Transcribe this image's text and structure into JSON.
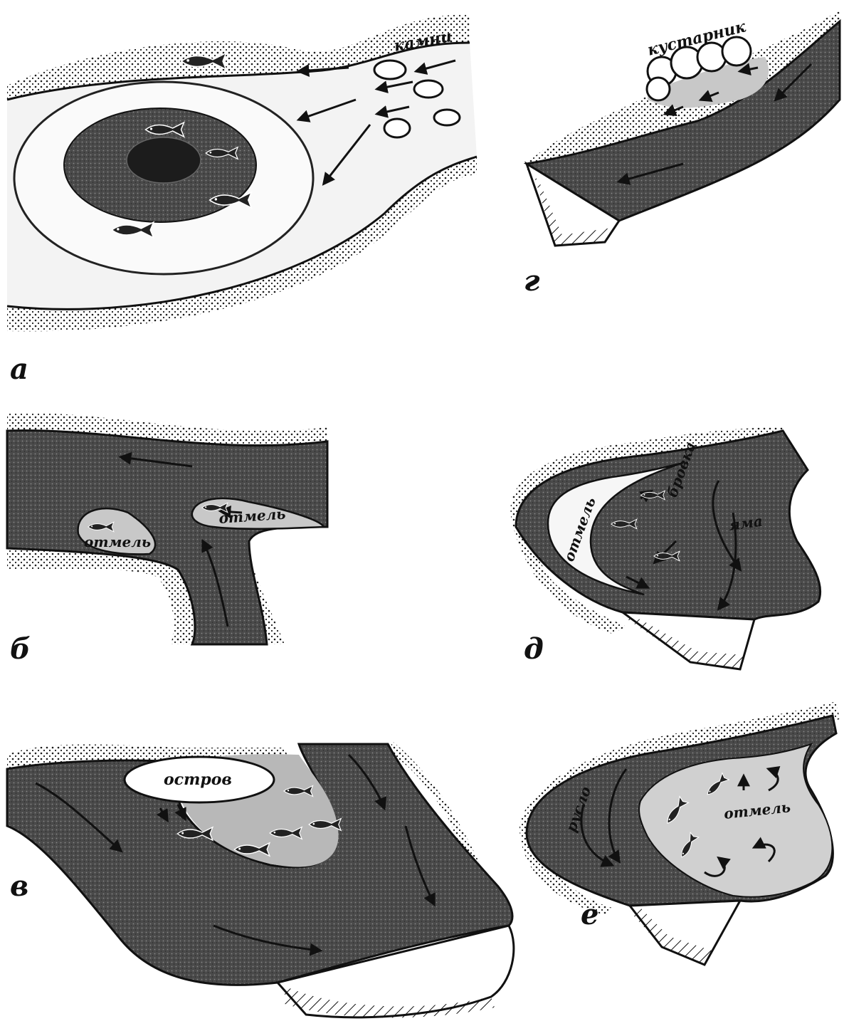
{
  "panels": {
    "a": {
      "letter": "а",
      "labels": {
        "stones": "камни"
      }
    },
    "b": {
      "letter": "б",
      "labels": {
        "shoal1": "отмель",
        "shoal2": "отмель"
      }
    },
    "v": {
      "letter": "в",
      "labels": {
        "island": "остров"
      }
    },
    "g": {
      "letter": "г",
      "labels": {
        "shrub": "кустарник"
      }
    },
    "d": {
      "letter": "д",
      "labels": {
        "shoal": "отмель",
        "edge": "бровка",
        "pit": "яма"
      }
    },
    "e": {
      "letter": "е",
      "labels": {
        "channel": "русло",
        "shoal": "отмель"
      }
    }
  },
  "icons": [
    "fish-icon",
    "arrow-icon",
    "stone-icon",
    "shrub-icon",
    "cross-section-icon"
  ],
  "colors": {
    "deep_water": "#2b2b2b",
    "water": "#555555",
    "shallow": "#c8c8c8",
    "bank_dots": "#1a1a1a",
    "background": "#ffffff"
  }
}
